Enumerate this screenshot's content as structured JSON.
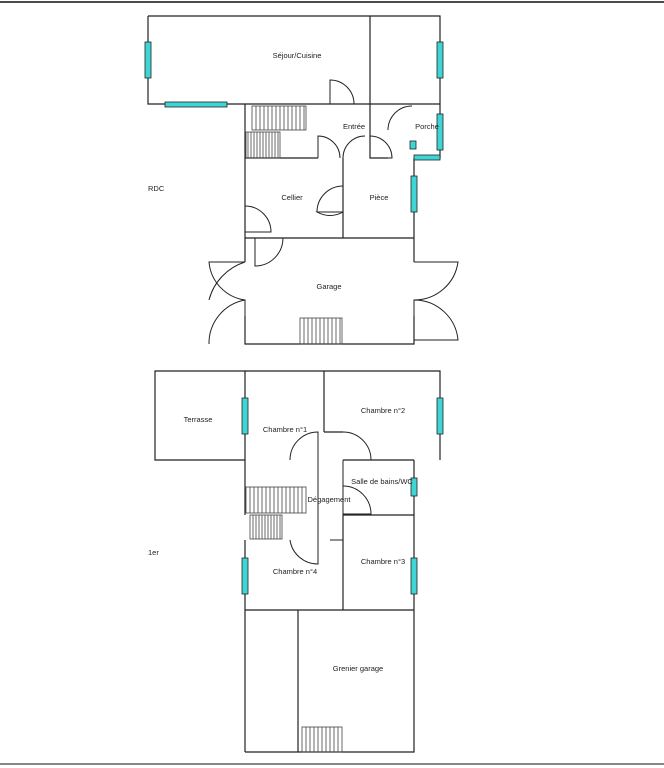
{
  "levels": {
    "ground": "RDC",
    "first": "1er"
  },
  "rooms": {
    "sejour": "Séjour/Cuisine",
    "entree": "Entrée",
    "porche": "Porche",
    "cellier": "Cellier",
    "piece": "Pièce",
    "garage": "Garage",
    "terrasse": "Terrasse",
    "chambre1": "Chambre n°1",
    "chambre2": "Chambre n°2",
    "sdb": "Salle de bains/WC",
    "degagement": "Dégagement",
    "chambre4": "Chambre n°4",
    "chambre3": "Chambre n°3",
    "grenier": "Grenier garage"
  },
  "colors": {
    "window": "#3fd5d5",
    "wall": "#222222",
    "stair": "#888888"
  }
}
